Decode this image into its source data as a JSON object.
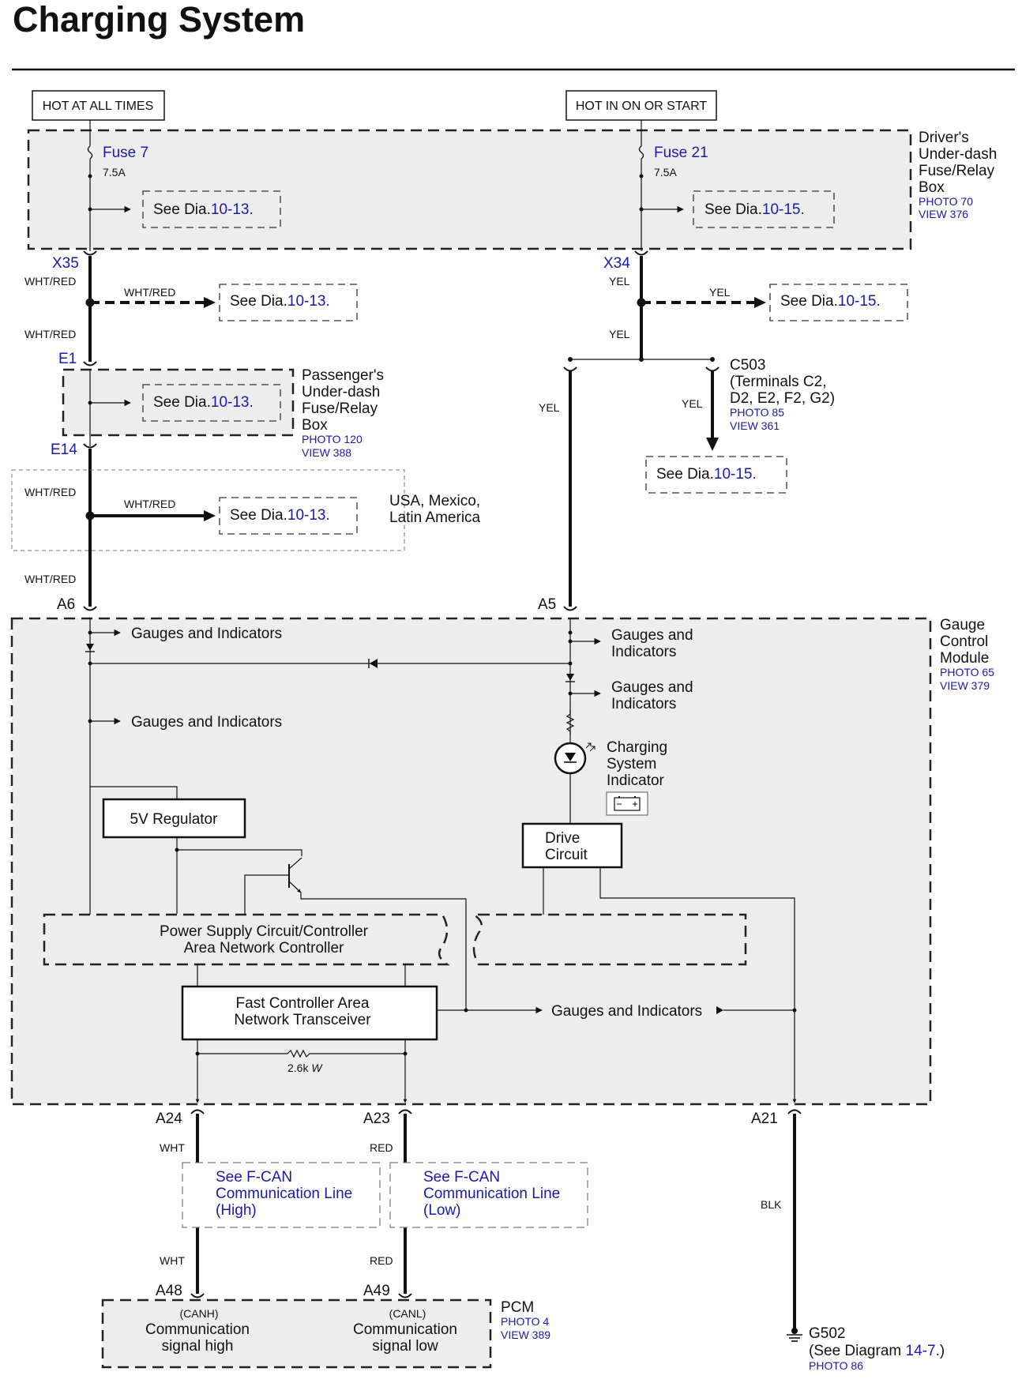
{
  "title": "Charging System",
  "hot_labels": {
    "left": "HOT AT ALL TIMES",
    "right": "HOT IN ON OR START"
  },
  "drivers_box": {
    "lines": [
      "Driver's",
      "Under-dash",
      "Fuse/Relay",
      "Box"
    ],
    "photo": "PHOTO 70",
    "view": "VIEW 376"
  },
  "fuse_left": {
    "name": "Fuse 7",
    "rating": "7.5A"
  },
  "fuse_right": {
    "name": "Fuse 21",
    "rating": "7.5A"
  },
  "see_dia": {
    "prefix": "See Dia.",
    "ref_a": "10-13.",
    "ref_b": "10-15."
  },
  "connectors": {
    "x35": "X35",
    "x34": "X34",
    "e1": "E1",
    "e14": "E14",
    "a6": "A6",
    "a5": "A5",
    "a24": "A24",
    "a23": "A23",
    "a21": "A21",
    "a48": "A48",
    "a49": "A49"
  },
  "wires": {
    "wht_red": "WHT/RED",
    "yel": "YEL",
    "wht": "WHT",
    "red": "RED",
    "blk": "BLK"
  },
  "passenger_box": {
    "lines": [
      "Passenger's",
      "Under-dash",
      "Fuse/Relay",
      "Box"
    ],
    "photo": "PHOTO 120",
    "view": "VIEW 388"
  },
  "region": {
    "lines": [
      "USA, Mexico,",
      "Latin America"
    ]
  },
  "c503": {
    "name": "C503",
    "lines": [
      "(Terminals C2,",
      "D2, E2, F2, G2)"
    ],
    "photo": "PHOTO 85",
    "view": "VIEW 361"
  },
  "gauge_module": {
    "lines": [
      "Gauge",
      "Control",
      "Module"
    ],
    "photo": "PHOTO 65",
    "view": "VIEW 379"
  },
  "gauges": {
    "one_line": "Gauges and Indicators",
    "two_line": [
      "Gauges and",
      "Indicators"
    ]
  },
  "charging_indicator": {
    "lines": [
      "Charging",
      "System",
      "Indicator"
    ],
    "icon": "battery-icon"
  },
  "drive_circuit": [
    "Drive",
    "Circuit"
  ],
  "regulator": "5V Regulator",
  "power_supply": [
    "Power Supply Circuit/Controller",
    "Area Network Controller"
  ],
  "transceiver": [
    "Fast Controller Area",
    "Network Transceiver"
  ],
  "resistor": {
    "value": "2.6k",
    "suffix": "W"
  },
  "fcan_high": [
    "See F-CAN",
    "Communication Line",
    "(High)"
  ],
  "fcan_low": [
    "See F-CAN",
    "Communication Line",
    "(Low)"
  ],
  "pcm": {
    "name": "PCM",
    "photo": "PHOTO 4",
    "view": "VIEW 389",
    "high": {
      "tag": "(CANH)",
      "lines": [
        "Communication",
        "signal high"
      ]
    },
    "low": {
      "tag": "(CANL)",
      "lines": [
        "Communication",
        "signal low"
      ]
    }
  },
  "ground": {
    "name": "G502",
    "see_prefix": "(See Diagram ",
    "ref": "14-7.",
    "see_suffix": ")",
    "photo": "PHOTO 86"
  },
  "colors": {
    "link": "#1a1aa8",
    "box_fill": "#ededed",
    "line": "#111111"
  }
}
